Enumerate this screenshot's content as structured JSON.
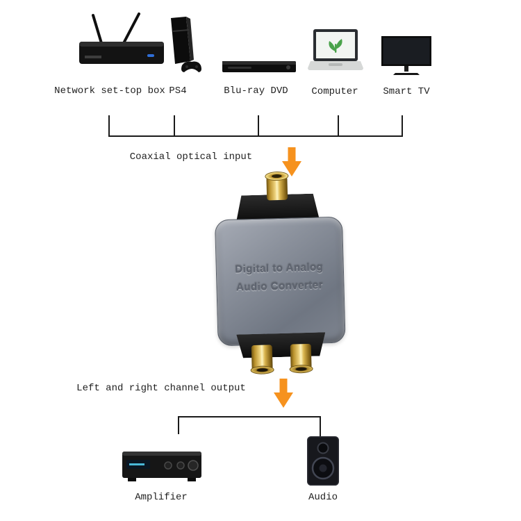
{
  "sources": {
    "items": [
      {
        "label": "Network set-top box",
        "icon": "set-top-box-icon"
      },
      {
        "label": "PS4",
        "icon": "ps4-console-icon"
      },
      {
        "label": "Blu-ray DVD",
        "icon": "blu-ray-player-icon"
      },
      {
        "label": "Computer",
        "icon": "laptop-icon"
      },
      {
        "label": "Smart TV",
        "icon": "smart-tv-icon"
      }
    ]
  },
  "flow": {
    "input_label": "Coaxial optical input",
    "output_label": "Left and right channel output"
  },
  "converter": {
    "label_line1": "Digital to Analog",
    "label_line2": "Audio Converter"
  },
  "sinks": {
    "items": [
      {
        "label": "Amplifier",
        "icon": "amplifier-icon"
      },
      {
        "label": "Audio",
        "icon": "speaker-icon"
      }
    ]
  },
  "colors": {
    "arrow_orange": "#F6921E",
    "line_black": "#1A1A1A",
    "connector_gold": "#D9B44E",
    "converter_gray": "#848A95"
  }
}
